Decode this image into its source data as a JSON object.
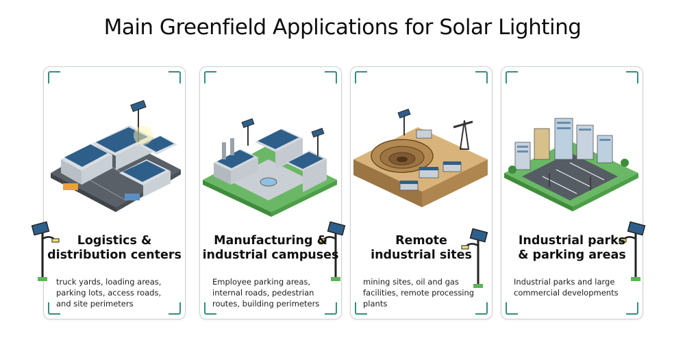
{
  "title": "Main Greenfield Applications for Solar Lighting",
  "cards": [
    {
      "heading_line1": "Logistics &",
      "heading_line2": "distribution centers",
      "desc_line1": "truck yards, loading areas,",
      "desc_line2": "parking lots, access roads,",
      "desc_line3": "and site perimeters"
    },
    {
      "heading_line1": "Manufacturing &",
      "heading_line2": "industrial campuses",
      "desc_line1": "Employee parking areas,",
      "desc_line2": "internal roads, pedestrian",
      "desc_line3": "routes, building perimeters"
    },
    {
      "heading_line1": "Remote",
      "heading_line2": "industrial sites",
      "desc_line1": "mining sites, oil and gas",
      "desc_line2": "facilities, remote processing",
      "desc_line3": "plants"
    },
    {
      "heading_line1": "Industrial parks",
      "heading_line2": "& parking areas",
      "desc_line1": "Industrial parks and large",
      "desc_line2": "commercial developments",
      "desc_line3": ""
    }
  ],
  "colors": {
    "accent": "#2f8f7e",
    "border": "#c9d2cc",
    "solar_panel": "#2e5f8a",
    "grass": "#5fb35a"
  },
  "icons": [
    "warehouse-scene-illustration",
    "factory-campus-illustration",
    "open-pit-mine-illustration",
    "office-parking-illustration",
    "solar-street-lamp-icon"
  ]
}
